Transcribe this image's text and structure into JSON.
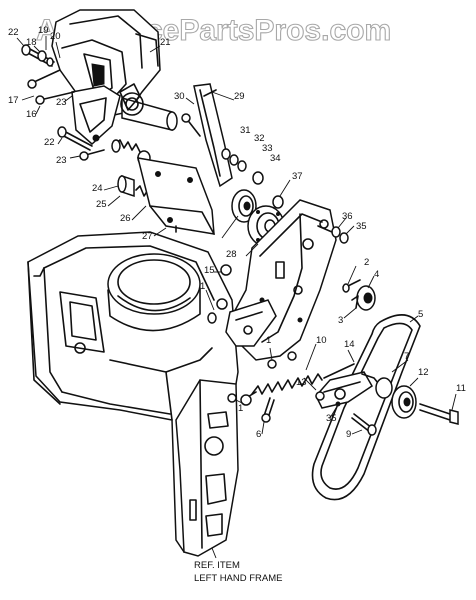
{
  "watermark": "AppliancePartsPros.com",
  "callouts": [
    "22",
    "18",
    "19",
    "20",
    "21",
    "17",
    "16",
    "23",
    "30",
    "29",
    "31",
    "32",
    "33",
    "34",
    "22",
    "23",
    "24",
    "25",
    "26",
    "27",
    "37",
    "36",
    "35",
    "15",
    "28",
    "2",
    "4",
    "1",
    "3",
    "5",
    "1",
    "10",
    "14",
    "7",
    "12",
    "11",
    "1",
    "13",
    "35",
    "9",
    "6"
  ],
  "caption": {
    "line1": "REF. ITEM",
    "line2": "LEFT HAND FRAME"
  }
}
